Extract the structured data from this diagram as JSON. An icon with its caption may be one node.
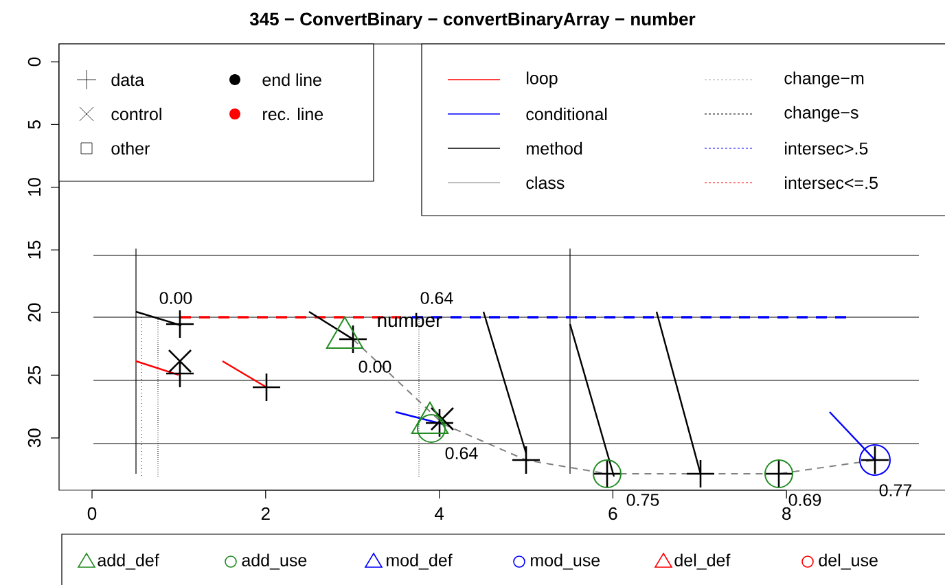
{
  "diagram": {
    "title": "345 − ConvertBinary − convertBinaryArray − number",
    "labels": [
      "0",
      "5",
      "10",
      "15",
      "20",
      "25",
      "30",
      "0.00",
      "0.64",
      "number",
      "0.00",
      "0.64",
      "0.75",
      "0.69",
      "0.77",
      "0",
      "2",
      "4",
      "6",
      "8"
    ],
    "legend": [
      {
        "text": "data"
      },
      {
        "text": "control"
      },
      {
        "text": "other"
      },
      {
        "text": "end line"
      },
      {
        "text": "rec. line"
      },
      {
        "text": "loop"
      },
      {
        "text": "conditional"
      },
      {
        "text": "method"
      },
      {
        "text": "class"
      },
      {
        "text": "change−m"
      },
      {
        "text": "change−s"
      },
      {
        "text": "intersec>.5"
      },
      {
        "text": "intersec<=.5"
      },
      {
        "text": "add_def"
      },
      {
        "text": "add_use"
      },
      {
        "text": "mod_def"
      },
      {
        "text": "mod_use"
      },
      {
        "text": "del_def"
      },
      {
        "text": "del_use"
      }
    ]
  }
}
